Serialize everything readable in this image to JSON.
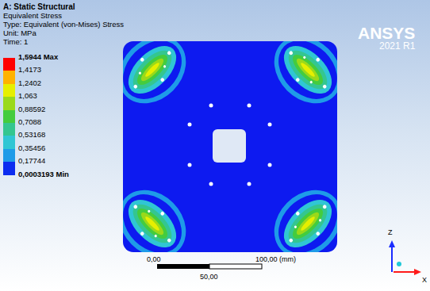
{
  "diagram": {
    "title": "A: Static Structural",
    "labels": [
      "Equivalent Stress",
      "Type: Equivalent (von-Mises) Stress",
      "Unit: MPa",
      "Time: 1",
      "0,0003193 Min",
      "0,00",
      "100,00 (mm)",
      "50,00",
      "ANSYS",
      "2021 R1",
      "Z",
      "X"
    ],
    "legend": [
      {
        "text": "1,5944 Max",
        "color": "#ff0000"
      },
      {
        "text": "1,4173",
        "color": "#ffb200"
      },
      {
        "text": "1,2402",
        "color": "#e6ef00"
      },
      {
        "text": "1,063",
        "color": "#9ad91a"
      },
      {
        "text": "0,88592",
        "color": "#44cc3e"
      },
      {
        "text": "0,7088",
        "color": "#34c690"
      },
      {
        "text": "0,53168",
        "color": "#30c6d4"
      },
      {
        "text": "0,35456",
        "color": "#1e9be8"
      },
      {
        "text": "0,17744",
        "color": "#0b2cf0"
      }
    ]
  }
}
